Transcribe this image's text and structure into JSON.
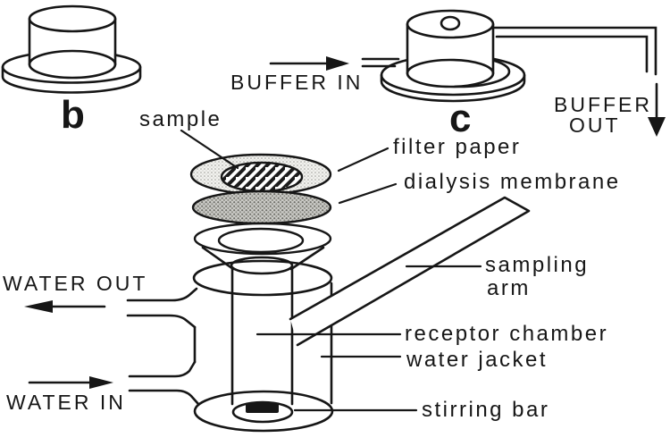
{
  "colors": {
    "ink": "#161616",
    "paper": "#ffffff",
    "filter_fill": "#f2f2ef",
    "membrane_fill": "#cdcdc9"
  },
  "labels": {
    "part_b": "b",
    "part_c": "c",
    "sample": "sample",
    "filter_paper": "filter paper",
    "dialysis_membrane": "dialysis membrane",
    "sampling_arm_line1": "sampling",
    "sampling_arm_line2": "arm",
    "receptor_chamber": "receptor chamber",
    "water_jacket": "water jacket",
    "stirring_bar": "stirring bar",
    "buffer_in": "BUFFER IN",
    "buffer_out_line1": "BUFFER",
    "buffer_out_line2": "OUT",
    "water_out": "WATER OUT",
    "water_in": "WATER IN"
  }
}
